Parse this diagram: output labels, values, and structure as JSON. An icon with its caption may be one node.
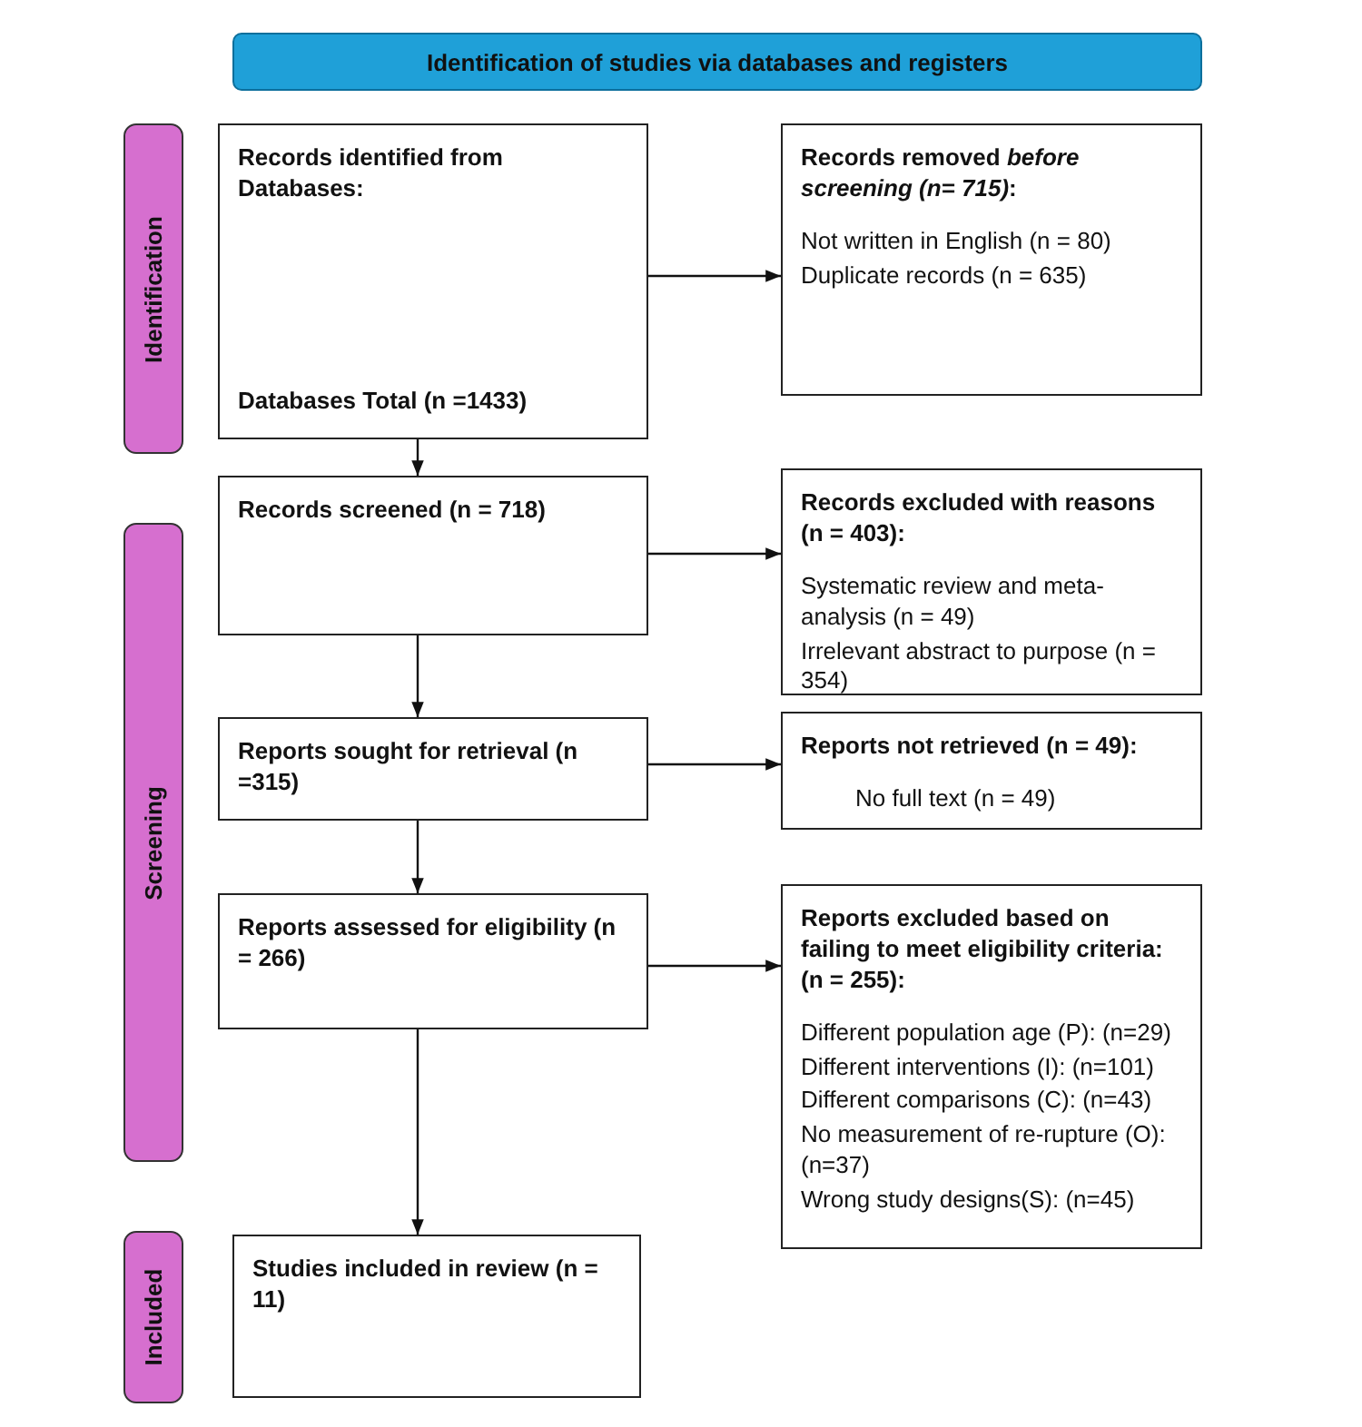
{
  "diagram": {
    "nodes": [
      {
        "text": [
          "Identification of studies via databases and registers"
        ]
      },
      {
        "text": [
          "Identification"
        ]
      },
      {
        "text": [
          "Records identified from Databases:",
          "Databases Total (n =1433)"
        ]
      },
      {
        "text": [
          "Records removed *before screening (n= 715)*:",
          "Not written in English (n = 80)",
          "Duplicate records (n = 635)"
        ]
      },
      {
        "text": [
          "Screening"
        ]
      },
      {
        "text": [
          "Records screened (n = 718)"
        ]
      },
      {
        "text": [
          "Records excluded with reasons (n = 403):",
          "Systematic review and meta-analysis (n = 49)",
          "Irrelevant abstract to purpose (n = 354)"
        ]
      },
      {
        "text": [
          "Reports sought for retrieval (n =315)"
        ]
      },
      {
        "text": [
          "Reports not retrieved (n = 49):",
          "No full text (n = 49)"
        ]
      },
      {
        "text": [
          "Reports assessed for eligibility (n = 266)"
        ]
      },
      {
        "text": [
          "Reports excluded based on failing to meet eligibility criteria: (n = 255):",
          "Different population age (P): (n=29)",
          "Different interventions (I): (n=101)",
          "Different comparisons (C): (n=43)",
          "No measurement of re-rupture (O): (n=37)",
          "Wrong study designs(S): (n=45)"
        ]
      },
      {
        "text": [
          "Included"
        ]
      },
      {
        "text": [
          "Studies included in review (n = 11)"
        ]
      }
    ],
    "edges": [
      {
        "from": 2,
        "to": 3,
        "arrow": "to"
      },
      {
        "from": 2,
        "to": 5,
        "arrow": "to"
      },
      {
        "from": 5,
        "to": 6,
        "arrow": "to"
      },
      {
        "from": 5,
        "to": 7,
        "arrow": "to"
      },
      {
        "from": 7,
        "to": 8,
        "arrow": "to"
      },
      {
        "from": 7,
        "to": 9,
        "arrow": "to"
      },
      {
        "from": 9,
        "to": 10,
        "arrow": "to"
      },
      {
        "from": 9,
        "to": 12,
        "arrow": "to"
      }
    ]
  }
}
